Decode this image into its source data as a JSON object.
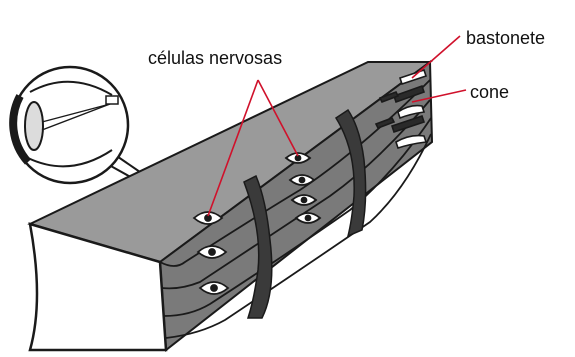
{
  "labels": {
    "nerve_cells": "células nervosas",
    "rod": "bastonete",
    "cone": "cone"
  },
  "colors": {
    "pointer": "#d0112b",
    "outline": "#1a1a1a",
    "face_fill": "#ffffff",
    "side_fill": "#7a7a7a",
    "top_fill": "#9a9a9a",
    "layer_fill": "#b5b5b5"
  },
  "eye_inset": {
    "shown": true
  }
}
